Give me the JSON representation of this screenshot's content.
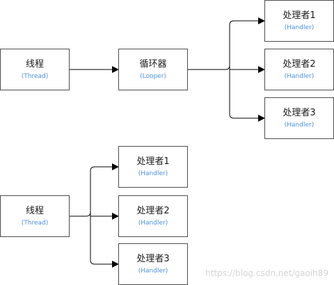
{
  "diagram1": {
    "thread": {
      "title": "线程",
      "subtitle": "(Thread)"
    },
    "looper": {
      "title": "循环器",
      "subtitle": "(Looper)"
    },
    "handlers": [
      {
        "title": "处理者1",
        "subtitle": "(Handler)"
      },
      {
        "title": "处理者2",
        "subtitle": "(Handler)"
      },
      {
        "title": "处理者3",
        "subtitle": "(Handler)"
      }
    ]
  },
  "diagram2": {
    "thread": {
      "title": "线程",
      "subtitle": "(Thread)"
    },
    "handlers": [
      {
        "title": "处理者1",
        "subtitle": "(Handler)"
      },
      {
        "title": "处理者2",
        "subtitle": "(Handler)"
      },
      {
        "title": "处理者3",
        "subtitle": "(Handler)"
      }
    ]
  },
  "watermark": "https://blog.csdn.net/gaoih89",
  "colors": {
    "border": "#4d4d4d",
    "subtitle": "#4a90e2",
    "arrow": "#000000",
    "watermark": "#d4d4d4"
  }
}
